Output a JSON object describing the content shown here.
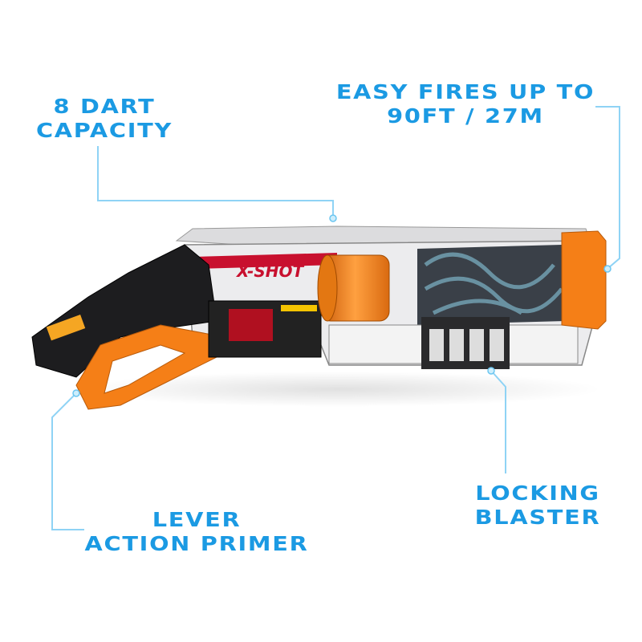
{
  "callouts": {
    "dart_capacity": {
      "line1": "8 DART",
      "line2": "CAPACITY"
    },
    "range": {
      "line1": "EASY FIRES UP TO",
      "line2": "90FT / 27M"
    },
    "locking": {
      "line1": "LOCKING",
      "line2": "BLASTER"
    },
    "lever": {
      "line1": "LEVER",
      "line2": "ACTION PRIMER"
    }
  },
  "product": {
    "logo": "X-SHOT"
  },
  "colors": {
    "callout_text": "#1b9ae3",
    "callout_line": "#8fd3f5",
    "accent_orange": "#f57f17",
    "body_dark": "#1d1d1f",
    "body_light": "#e8e8ea",
    "accent_red": "#c8102e"
  }
}
